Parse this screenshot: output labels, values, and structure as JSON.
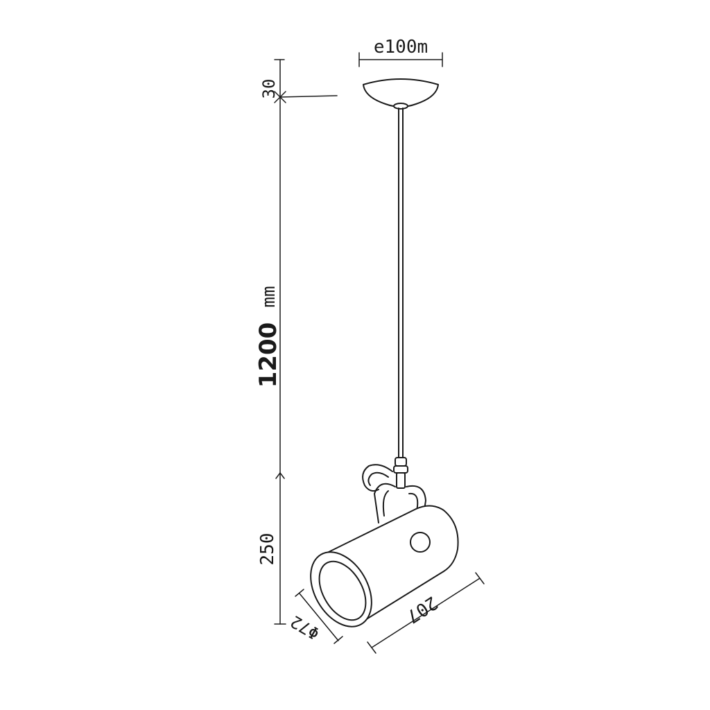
{
  "diagram": {
    "canopy_width_label": "e100m",
    "canopy_height_label": "30",
    "cord_length_value": "1200",
    "cord_length_unit": "mm",
    "fixture_height_label": "250",
    "shade_diameter_label": "Φ72",
    "shade_length_label": "207"
  },
  "colors": {
    "line": "#1a1a1a",
    "background": "#ffffff"
  }
}
